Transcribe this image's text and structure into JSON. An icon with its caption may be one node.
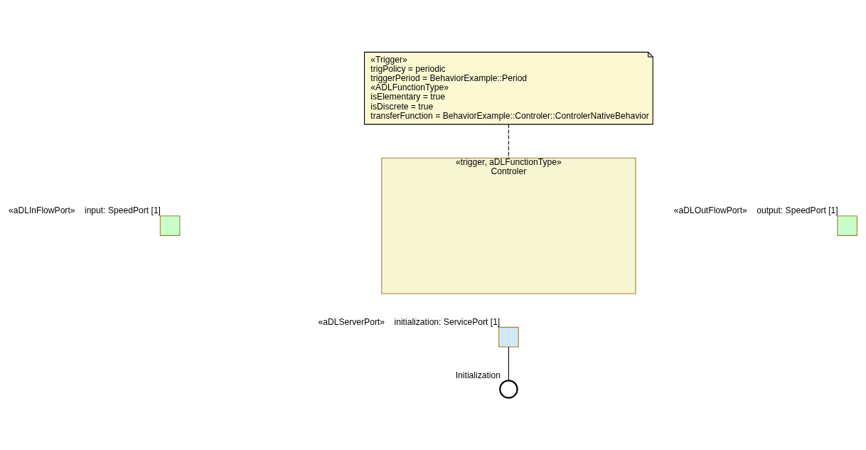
{
  "diagram": {
    "nodes": [
      {
        "text": [
          "«Trigger»",
          "trigPolicy = periodic",
          "triggerPeriod = BehaviorExample::Period",
          "«ADLFunctionType»",
          "isElementary = true",
          "isDiscrete = true",
          "transferFunction = BehaviorExample::Controler::ControlerNativeBehavior"
        ]
      },
      {
        "text": [
          "«trigger, aDLFunctionType»",
          "Controler"
        ]
      },
      {
        "text": [],
        "shape": "box",
        "beside": [
          "«aDLInFlowPort»",
          "input: SpeedPort [1]"
        ]
      },
      {
        "text": [],
        "shape": "box",
        "beside": [
          "«aDLOutFlowPort»",
          "output: SpeedPort [1]"
        ]
      },
      {
        "text": [],
        "shape": "box",
        "beside": [
          "«aDLServerPort»",
          "initialization: ServicePort [1]"
        ]
      },
      {
        "text": [],
        "shape": "circle",
        "beside": [
          "Initialization"
        ]
      }
    ],
    "edges": [
      {
        "from": 0,
        "to": 1,
        "arrow": "none",
        "style": "dashed"
      },
      {
        "from": 4,
        "to": 5,
        "arrow": "none"
      }
    ]
  }
}
